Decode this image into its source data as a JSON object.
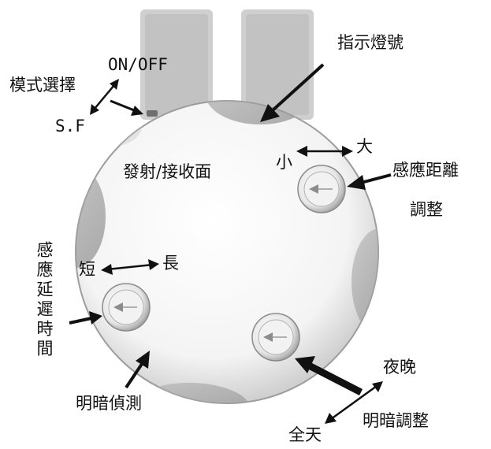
{
  "colors": {
    "ink": "#111111",
    "housing": "#f2f2f2",
    "housing_edge": "#bdbdbd",
    "shadow_lobe": "#a8a8a8",
    "connector": "#c4c4c4"
  },
  "labels": {
    "on_off": "ON/OFF",
    "mode_select": "模式選擇",
    "sf": "S.F",
    "indicator": "指示燈號",
    "emitter_receiver": "發射/接收面",
    "small": "小",
    "large": "大",
    "distance_adjust_1": "感應距離",
    "distance_adjust_2": "調整",
    "short": "短",
    "long": "長",
    "delay_adjust": "感應延遲時間",
    "light_detect": "明暗偵測",
    "night": "夜晚",
    "light_adjust": "明暗調整",
    "all_day": "全天"
  }
}
